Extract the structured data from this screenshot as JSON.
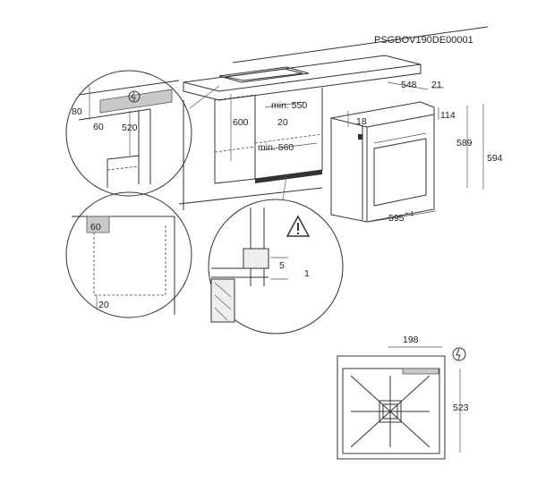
{
  "document_code": "PSGBOV190DE00001",
  "cabinet": {
    "top_gap": "80",
    "side_gap": "60",
    "depth": "520",
    "height": "600",
    "width_min": "min. 550",
    "bottom_gap": "20",
    "width_min_opening": "min. 560"
  },
  "oven": {
    "depth": "548",
    "door": "21",
    "top_offset": "18",
    "panel_height": "114",
    "body_height": "589",
    "total_height": "594",
    "width": "595",
    "width_tolerance": "+-1"
  },
  "corner_detail": {
    "side_gap": "60",
    "bottom_gap": "20"
  },
  "gap_detail": {
    "gap": "5",
    "offset": "1"
  },
  "rear_view": {
    "offset": "198",
    "height": "523"
  },
  "icons": {
    "power": "power-plug-icon",
    "warning": "warning-triangle-icon"
  }
}
